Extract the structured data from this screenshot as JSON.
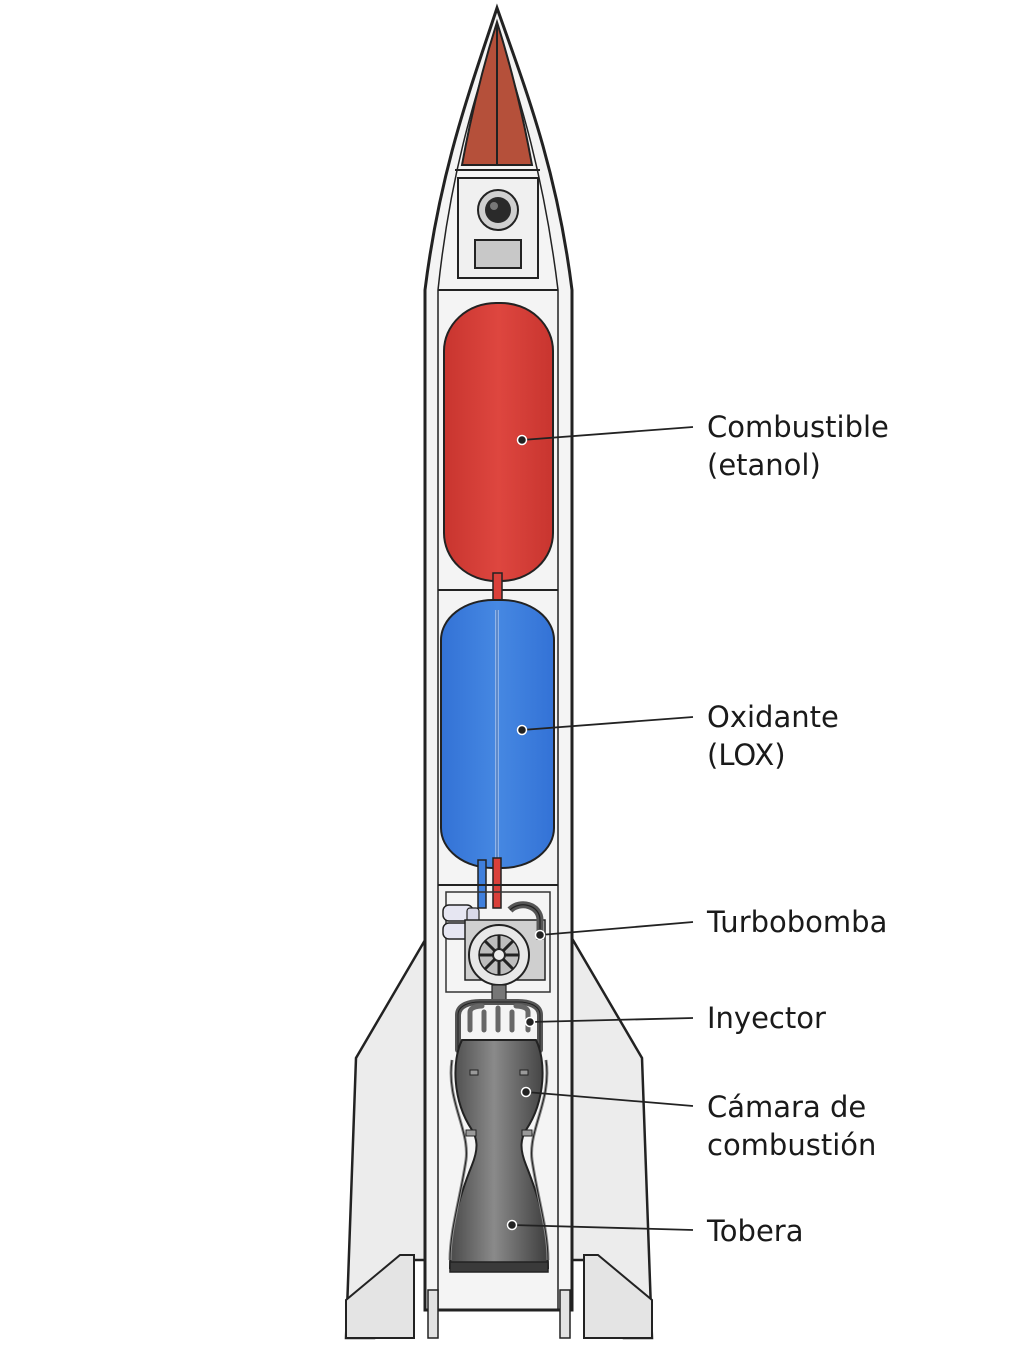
{
  "diagram": {
    "labels": [
      {
        "id": "fuel",
        "lines": [
          "Combustible",
          "(etanol)"
        ]
      },
      {
        "id": "oxidizer",
        "lines": [
          "Oxidante",
          "(LOX)"
        ]
      },
      {
        "id": "turbopump",
        "lines": [
          "Turbobomba"
        ]
      },
      {
        "id": "injector",
        "lines": [
          "Inyector"
        ]
      },
      {
        "id": "chamber",
        "lines": [
          "Cámara de",
          "combustión"
        ]
      },
      {
        "id": "nozzle",
        "lines": [
          "Tobera"
        ]
      }
    ],
    "colors": {
      "fuel_tank": "#d9403a",
      "oxidizer_tank": "#3f7fdc",
      "nose_cone": "#b5503a",
      "body": "#f2f2f2",
      "fins": "#ececec",
      "engine": "#6a6a6a",
      "outline": "#222222"
    }
  }
}
